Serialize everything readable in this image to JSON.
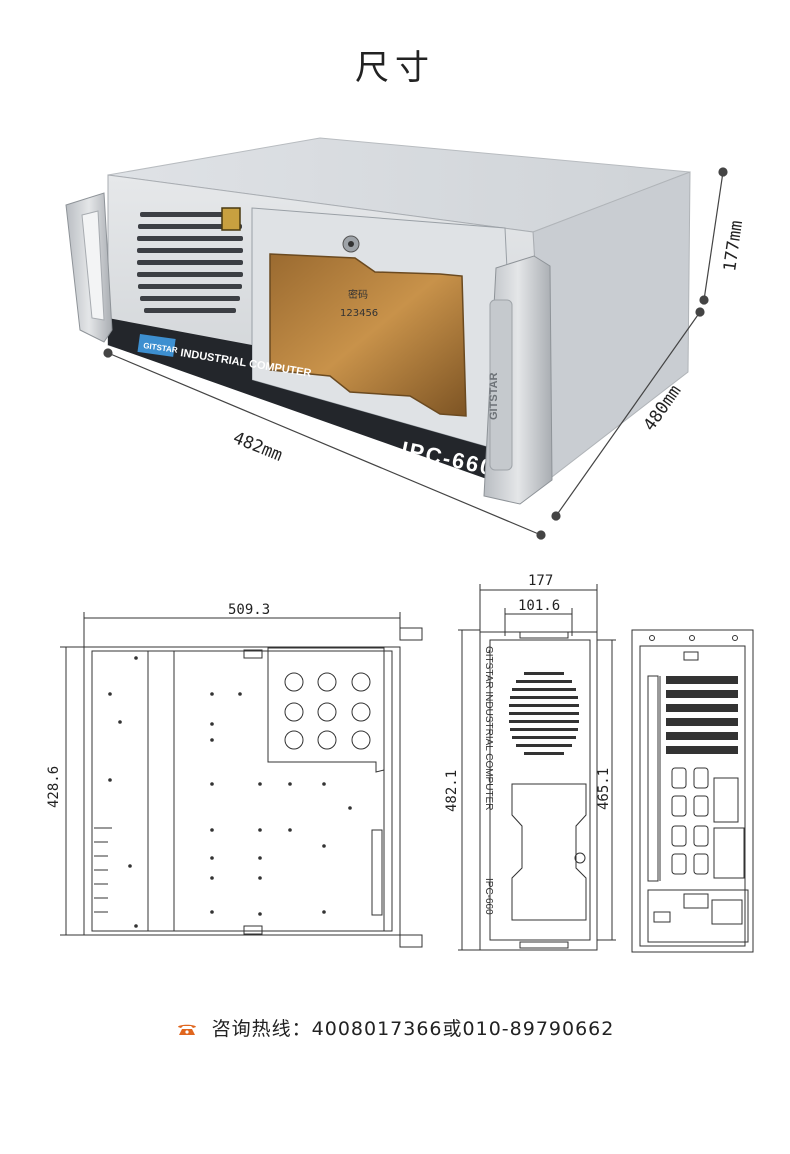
{
  "page": {
    "title": "尺寸"
  },
  "photo": {
    "brand": "GITSTAR",
    "front_label": "INDUSTRIAL COMPUTER",
    "model": "IPC-660",
    "side_brand": "GITSTAR",
    "window_text_line1": "密码",
    "window_text_line2": "123456",
    "dims": {
      "width": "482mm",
      "depth": "480mm",
      "height": "177mm"
    }
  },
  "drawing": {
    "top_width": "509.3",
    "top_height": "428.6",
    "front_outer_width": "177",
    "front_inner_width": "101.6",
    "front_height_total": "482.1",
    "front_height_inner": "465.1",
    "front_brand_vertical": "GITSTAR INDUSTRIAL COMPUTER",
    "front_model_vertical": "IPC-660"
  },
  "contact": {
    "label": "咨询热线：4008017366或010-89790662",
    "icon": "phone-icon",
    "icon_color": "#e0661e"
  }
}
